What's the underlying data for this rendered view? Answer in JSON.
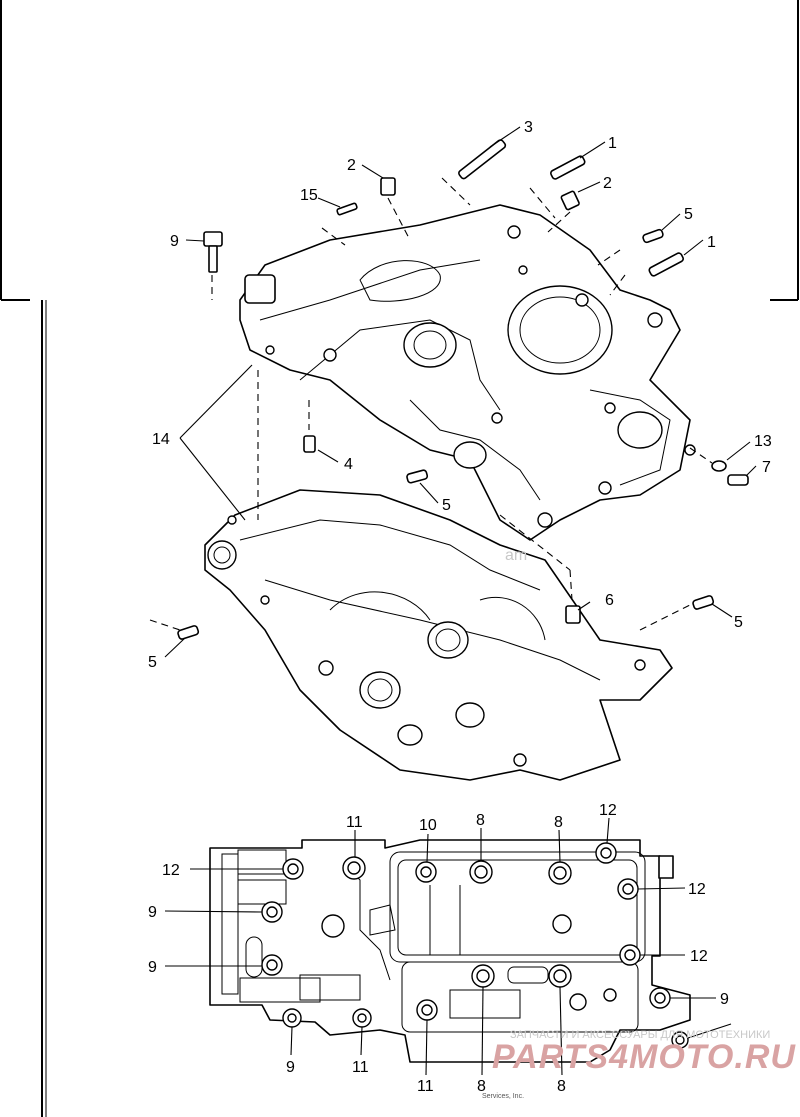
{
  "diagram": {
    "callouts": {
      "c1a": "1",
      "c1b": "1",
      "c2a": "2",
      "c2b": "2",
      "c3": "3",
      "c4": "4",
      "c5a": "5",
      "c5b": "5",
      "c5c": "5",
      "c5d": "5",
      "c6": "6",
      "c7": "7",
      "c9a": "9",
      "c13": "13",
      "c14": "14",
      "c15": "15",
      "b11a": "11",
      "b10": "10",
      "b8a": "8",
      "b8b": "8",
      "b12a": "12",
      "b12b": "12",
      "b12c": "12",
      "b12d": "12",
      "b9a": "9",
      "b9b": "9",
      "b9c": "9",
      "b9d": "9",
      "b11b": "11",
      "b11c": "11",
      "b8c": "8",
      "b8d": "8"
    }
  },
  "watermark": {
    "caption": "ЗАПЧАСТИ И АКСЕССУАРЫ ДЛЯ МОТОТЕХНИКИ",
    "brand": "PARTS4MOTO.RU",
    "footer": "Services, Inc.",
    "overlay": "am"
  }
}
